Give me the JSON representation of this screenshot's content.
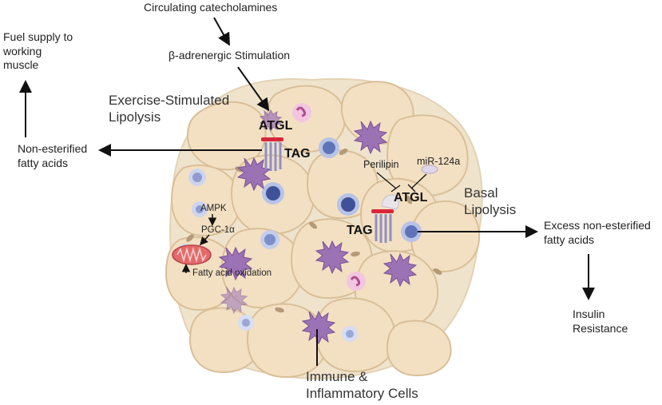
{
  "labels": {
    "circulating": "Circulating catecholamines",
    "beta": "β-adrenergic Stimulation",
    "fuel": "Fuel supply to\nworking\nmuscle",
    "exercise": "Exercise-Stimulated\nLipolysis",
    "nefa_left": "Non-esterified\nfatty acids",
    "atgl_top": "ATGL",
    "tag_top": "TAG",
    "perilipin": "Perilipin",
    "mir": "miR-124a",
    "atgl_right": "ATGL",
    "basal": "Basal\nLipolysis",
    "tag_right": "TAG",
    "excess": "Excess non-esterified\nfatty acids",
    "insulin": "Insulin\nResistance",
    "ampk": "AMPK",
    "pgc": "PGC-1α",
    "fao": "Fatty acid oxidation",
    "immune": "Immune &\nInflammatory Cells"
  },
  "colors": {
    "adipocyte": "#f3e0c2",
    "adipocyte_stroke": "#d9bf98",
    "background_cluster": "#efe3cc",
    "macrophage": "#9b72b4",
    "lymphocyte_outer": "#b7c3e6",
    "lymphocyte_inner": "#5f74b8",
    "neutrophil": "#f2c6e0",
    "receptor": "#8f8fc4",
    "lipid_droplet_cap": "#d8263b",
    "mitochondria": "#e46a6a"
  }
}
